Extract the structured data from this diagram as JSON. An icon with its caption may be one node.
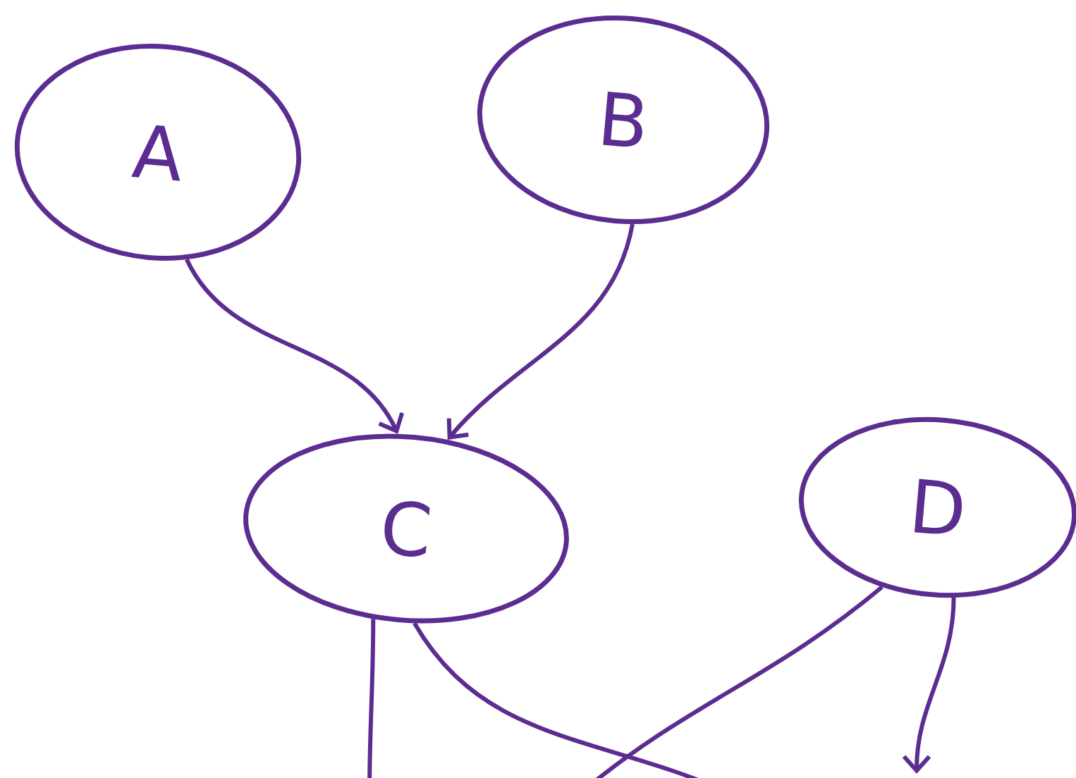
{
  "diagram": {
    "nodes": [
      {
        "text": [
          "A"
        ]
      },
      {
        "text": [
          "B"
        ]
      },
      {
        "text": [
          "C"
        ]
      },
      {
        "text": [
          "D"
        ]
      }
    ],
    "edges": [
      {
        "from": 0,
        "to": 2,
        "arrow": "to"
      },
      {
        "from": 1,
        "to": 2,
        "arrow": "to"
      },
      {
        "from": 2,
        "to": null,
        "arrow": "none"
      },
      {
        "from": 2,
        "to": null,
        "arrow": "none"
      },
      {
        "from": 3,
        "to": null,
        "arrow": "none"
      },
      {
        "from": 3,
        "to": null,
        "arrow": "to"
      }
    ]
  }
}
